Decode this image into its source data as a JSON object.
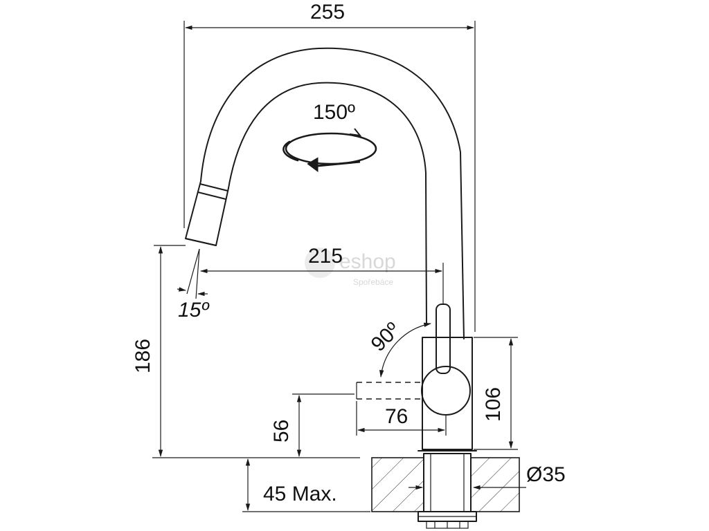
{
  "dimensions": {
    "total_width": "255",
    "swivel_angle": "150º",
    "reach": "215",
    "spray_angle": "15º",
    "height": "186",
    "lever_angle": "90º",
    "lever_height": "56",
    "lever_reach": "76",
    "body_height": "106",
    "hole_diameter": "Ø35",
    "max_thickness": "45 Max."
  },
  "watermark": {
    "brand": "eshop",
    "sub": "Spořebáce"
  }
}
